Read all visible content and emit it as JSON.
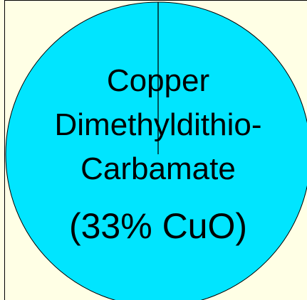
{
  "colors": {
    "background": "#ffffe5",
    "slice_fill": "#00e5ff",
    "outline": "#000000"
  },
  "chart_data": {
    "type": "pie",
    "title": "",
    "slices": [
      {
        "label_lines": [
          "Copper",
          "Dimethyldithio-",
          "Carbamate",
          "(33% CuO)"
        ],
        "value": 100,
        "color": "#00e5ff"
      }
    ]
  }
}
